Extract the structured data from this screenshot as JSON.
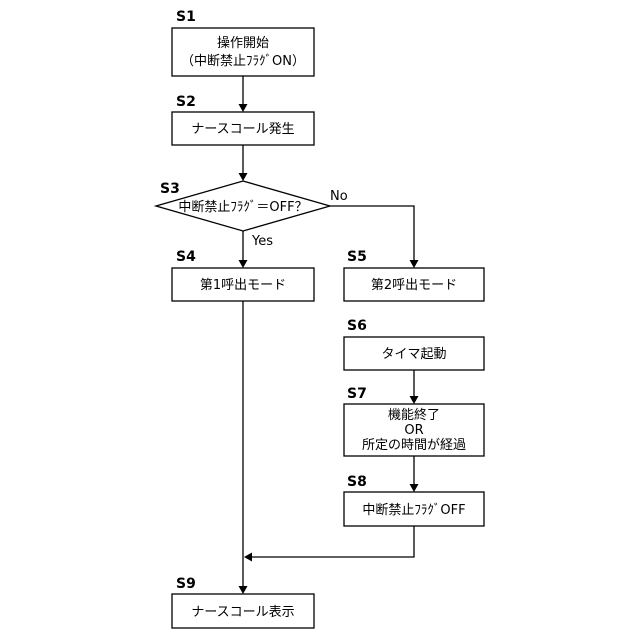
{
  "steps": {
    "s1": {
      "label": "S1",
      "lines": [
        "操作開始",
        "（中断禁止ﾌﾗｸﾞON）"
      ]
    },
    "s2": {
      "label": "S2",
      "lines": [
        "ナースコール発生"
      ]
    },
    "s3": {
      "label": "S3",
      "lines": [
        "中断禁止ﾌﾗｸﾞ＝OFF？"
      ]
    },
    "s4": {
      "label": "S4",
      "lines": [
        "第1呼出モード"
      ]
    },
    "s5": {
      "label": "S5",
      "lines": [
        "第2呼出モード"
      ]
    },
    "s6": {
      "label": "S6",
      "lines": [
        "タイマ起動"
      ]
    },
    "s7": {
      "label": "S7",
      "lines": [
        "機能終了",
        "OR",
        "所定の時間が経過"
      ]
    },
    "s8": {
      "label": "S8",
      "lines": [
        "中断禁止ﾌﾗｸﾞOFF"
      ]
    },
    "s9": {
      "label": "S9",
      "lines": [
        "ナースコール表示"
      ]
    }
  },
  "branches": {
    "yes": "Yes",
    "no": "No"
  }
}
